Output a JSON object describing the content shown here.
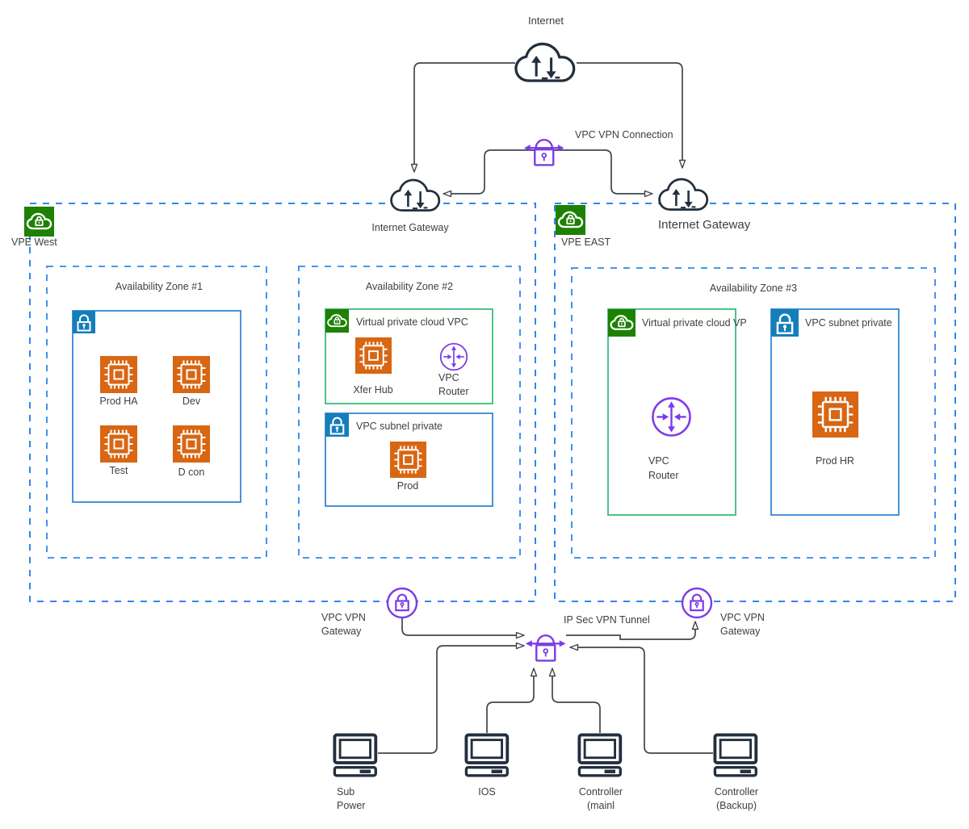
{
  "colors": {
    "dash_blue": "#2E86F0",
    "green_badge": "#1D8102",
    "green_border": "#2FB875",
    "blue_badge": "#147EBA",
    "blue_border": "#2B7FD4",
    "orange": "#D86613",
    "purple": "#7D3BE8",
    "navy": "#232F3E",
    "line": "#40454D",
    "text": "#3C4043"
  },
  "diagram": {
    "internet": {
      "label": "Internet"
    },
    "vpn_connection": {
      "label": "VPC VPN Connection"
    },
    "internet_gateway_west": {
      "label": "Internet Gateway"
    },
    "internet_gateway_east": {
      "label": "Internet Gateway"
    },
    "vpe_west": {
      "label": "VPE West",
      "az1": {
        "title": "Availability Zone #1",
        "instances": [
          {
            "label": "Prod HA"
          },
          {
            "label": "Dev"
          },
          {
            "label": "Test"
          },
          {
            "label": "D con"
          }
        ]
      },
      "az2": {
        "title": "Availability Zone #2",
        "vpc": {
          "title": "Virtual private cloud VPC",
          "instance": {
            "label": "Xfer Hub"
          },
          "router": {
            "line1": "VPC",
            "line2": "Router"
          }
        },
        "subnet": {
          "title": "VPC subnel private",
          "instance": {
            "label": "Prod"
          }
        }
      }
    },
    "vpe_east": {
      "label": "VPE EAST",
      "az3": {
        "title": "Availability Zone #3",
        "vpc": {
          "title": "Virtual private cloud VP",
          "router": {
            "line1": "VPC",
            "line2": "Router"
          }
        },
        "subnet": {
          "title": "VPC subnet private",
          "instance": {
            "label": "Prod HR"
          }
        }
      }
    },
    "vpn_gateway_west": {
      "line1": "VPC VPN",
      "line2": "Gateway"
    },
    "vpn_gateway_east": {
      "line1": "VPC VPN",
      "line2": "Gateway"
    },
    "ipsec_tunnel": {
      "label": "IP Sec VPN Tunnel"
    },
    "clients": [
      {
        "line1": "Sub",
        "line2": "Power"
      },
      {
        "line1": "IOS",
        "line2": ""
      },
      {
        "line1": "Controller",
        "line2": "(mainl"
      },
      {
        "line1": "Controller",
        "line2": "(Backup)"
      }
    ]
  }
}
